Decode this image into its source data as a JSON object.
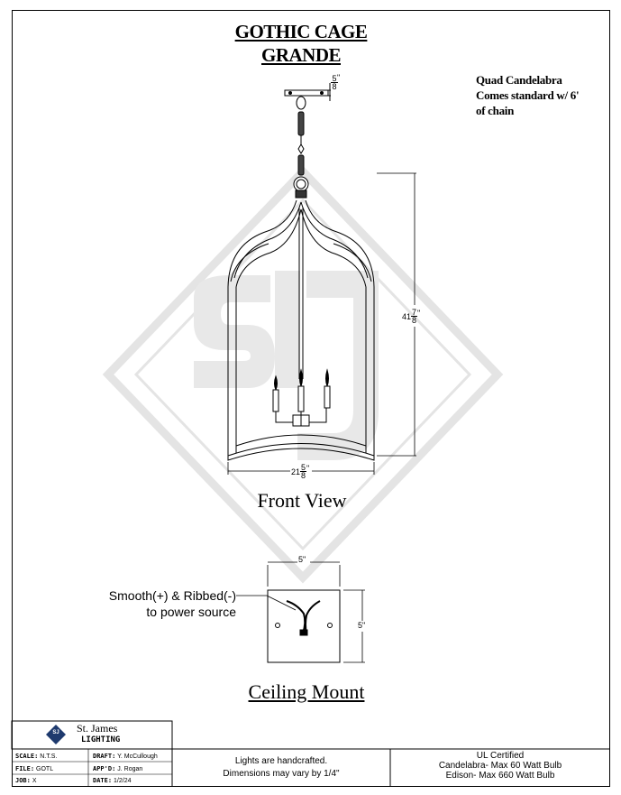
{
  "title": {
    "line1": "GOTHIC CAGE",
    "line2": "GRANDE"
  },
  "note": {
    "line1": "Quad Candelabra",
    "line2": "Comes standard w/ 6'",
    "line3": "of chain"
  },
  "front_view": {
    "label": "Front View",
    "canopy_dim_num": "5",
    "canopy_dim_den": "8",
    "canopy_dim_unit": "\"",
    "height_dim_whole": "41",
    "height_dim_num": "7",
    "height_dim_den": "8",
    "height_dim_unit": "\"",
    "width_dim_whole": "21",
    "width_dim_num": "5",
    "width_dim_den": "8",
    "width_dim_unit": "\""
  },
  "ceiling_mount": {
    "label": "Ceiling Mount",
    "width_dim": "5\"",
    "height_dim": "5\"",
    "wire_note_line1": "Smooth(+) & Ribbed(-)",
    "wire_note_line2": "to power source"
  },
  "title_block": {
    "company_line1": "St. James",
    "company_line2": "LIGHTING",
    "logo_text": "SJ",
    "scale_label": "SCALE:",
    "scale_value": "N.T.S.",
    "draft_label": "DRAFT:",
    "draft_value": "Y. McCullough",
    "file_label": "FILE:",
    "file_value": "GOTL",
    "appd_label": "APP'D:",
    "appd_value": "J. Rogan",
    "job_label": "JOB:",
    "job_value": "X",
    "date_label": "DATE:",
    "date_value": "1/2/24",
    "center_line1": "Lights are handcrafted.",
    "center_line2": "Dimensions may vary by 1/4\"",
    "right_line1": "UL Certified",
    "right_line2": "Candelabra- Max 60 Watt Bulb",
    "right_line3": "Edison- Max 660 Watt Bulb"
  },
  "colors": {
    "line": "#000000",
    "watermark": "#e6e6e6"
  }
}
